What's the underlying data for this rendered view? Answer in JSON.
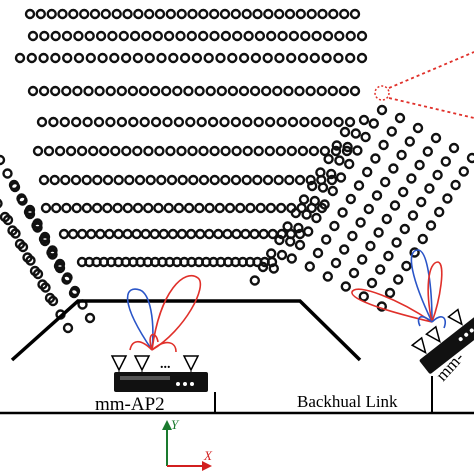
{
  "labels": {
    "access_point_left": "mm-AP2",
    "access_point_right": "mm-",
    "backhaul_link": "Backhual Link",
    "axis_y": "Y",
    "axis_x": "X",
    "antenna_dots": "..."
  },
  "colors": {
    "seat": "#111111",
    "floor": "#000000",
    "beam_red": "#e0302a",
    "beam_blue": "#2a55c8",
    "target_highlight": "#e0302a",
    "axis_y": "#1a7a2e",
    "axis_x": "#d21f1f"
  },
  "icons": [
    "seat-circle",
    "antenna-icon",
    "access-point-device",
    "axis-arrow"
  ]
}
